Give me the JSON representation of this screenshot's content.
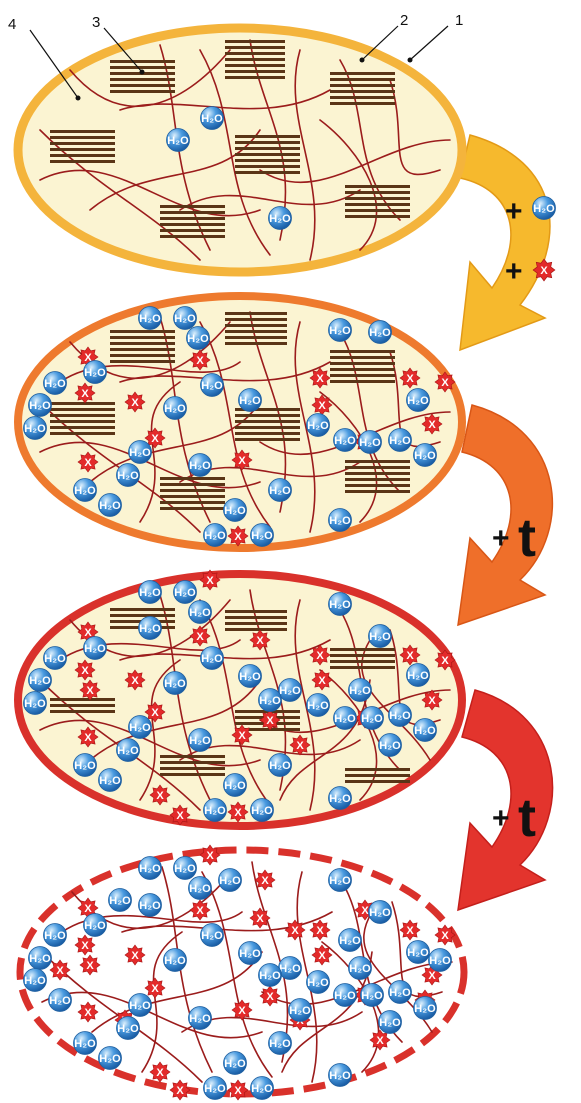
{
  "callouts": {
    "label_1": "1",
    "label_2": "2",
    "label_3": "3",
    "label_4": "4"
  },
  "molecules": {
    "water_label": "H₂O",
    "x_label": "X"
  },
  "transitions": {
    "plus": "+",
    "time_symbol": "t"
  },
  "colors": {
    "cell_fill": "#fbf4d2",
    "stage1_border": "#f4b43c",
    "stage2_border": "#ee7a2e",
    "stage3_border": "#d9312b",
    "stage4_border": "#d9312b",
    "fiber": "#9b1c1c",
    "lamella": "#5a3517",
    "water": "#3b8ed3",
    "x_particle": "#e32a2a",
    "arrow1": "#f6b92d",
    "arrow2": "#ef6f2a",
    "arrow3": "#e3342d"
  }
}
